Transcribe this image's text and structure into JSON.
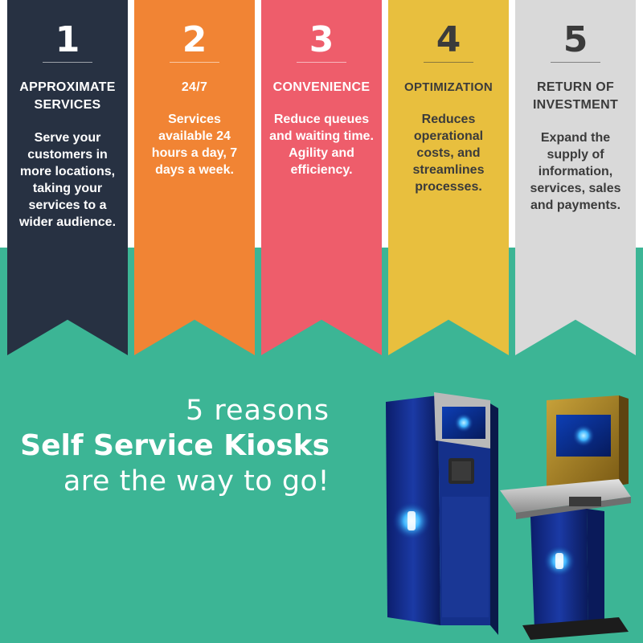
{
  "reasons": [
    {
      "number": "1",
      "title": "APPROXIMATE\nSERVICES",
      "description": "Serve your customers in more locations, taking your services to a wider audience."
    },
    {
      "number": "2",
      "title": "24/7",
      "description": "Services available 24 hours a day, 7 days a week."
    },
    {
      "number": "3",
      "title": "CONVENIENCE",
      "description": "Reduce queues and waiting time. Agility and efficiency."
    },
    {
      "number": "4",
      "title": "OPTIMIZATION",
      "description": "Reduces operational costs, and streamlines processes."
    },
    {
      "number": "5",
      "title": "RETURN OF\nINVESTMENT",
      "description": "Expand the supply of information, services, sales and payments."
    }
  ],
  "headline": {
    "line1": "5 reasons",
    "line2": "Self Service Kiosks",
    "line3": "are the way to go!"
  },
  "colors": {
    "banner1": "#273142",
    "banner2": "#f18434",
    "banner3": "#ee5d6b",
    "banner4": "#e8bf3e",
    "banner5": "#d9d9d9",
    "background_green": "#3cb595"
  }
}
